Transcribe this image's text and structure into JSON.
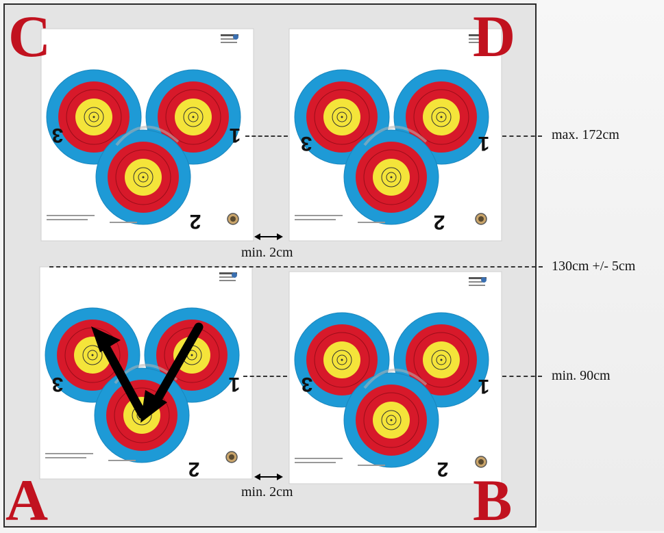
{
  "letters": {
    "c": "C",
    "d": "D",
    "a": "A",
    "b": "B"
  },
  "target_numbers": {
    "one": "1",
    "two": "2",
    "three": "3"
  },
  "labels": {
    "max_height": "max. 172cm",
    "center_height": "130cm +/- 5cm",
    "min_height": "min. 90cm",
    "gap_top": "min. 2cm",
    "gap_bottom": "min. 2cm"
  },
  "colors": {
    "letter": "#c1121f",
    "ring_blue": "#1e9ad6",
    "ring_red": "#d7192a",
    "ring_gold": "#f4e43a",
    "arrow": "#000000"
  }
}
